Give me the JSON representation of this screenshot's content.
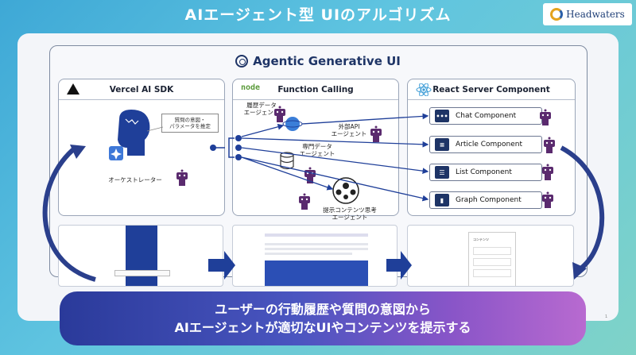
{
  "title": "AIエージェント型 UIのアルゴリズム",
  "logo": {
    "text": "Headwaters"
  },
  "heading": "Agentic Generative UI",
  "columns": {
    "vercel": {
      "label": "Vercel AI SDK"
    },
    "function": {
      "label": "Function Calling",
      "logo": "node"
    },
    "react": {
      "label": "React Server Component"
    }
  },
  "orchestrator": {
    "bubble_line1": "質問の意図・",
    "bubble_line2": "パラメータを推定",
    "label": "オーケストレーター"
  },
  "agents": {
    "history_line1": "履歴データ",
    "history_line2": "エージェント",
    "external_line1": "外部API",
    "external_line2": "エージェント",
    "special_line1": "専門データ",
    "special_line2": "エージェント",
    "content_line1": "提示コンテンツ思考",
    "content_line2": "エージェント"
  },
  "components": [
    {
      "label": "Chat Component",
      "icon": "chat-icon"
    },
    {
      "label": "Article Component",
      "icon": "article-icon"
    },
    {
      "label": "List Component",
      "icon": "list-icon"
    },
    {
      "label": "Graph Component",
      "icon": "graph-icon"
    }
  ],
  "thumb3_text": "コンテンツ",
  "banner": {
    "line1": "ユーザーの行動履歴や質問の意図から",
    "line2": "AIエージェントが適切なUIやコンテンツを提示する"
  },
  "page_number": "1",
  "colors": {
    "navy": "#1e3466",
    "accent_blue": "#1f3f99",
    "arrow": "#2a3f8c",
    "banner_start": "#2a3a9a",
    "banner_end": "#b86ad0"
  }
}
